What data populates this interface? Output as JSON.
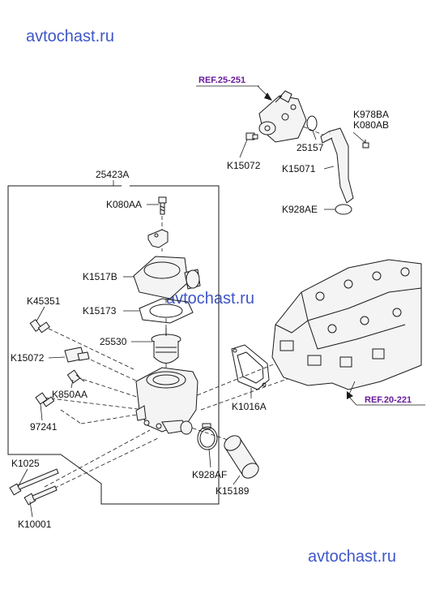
{
  "watermarks": {
    "top": "avtochast.ru",
    "middle": "avtochast.ru",
    "bottom": "avtochast.ru"
  },
  "references": {
    "ref_25_251": "REF.25-251",
    "ref_20_221": "REF.20-221"
  },
  "part_labels": {
    "assembly": "25423A",
    "bolt_top": "K080AA",
    "housing_cover": "K1517B",
    "cover_gasket": "K15173",
    "thermostat": "25530",
    "sensor": "K45351",
    "fitting": "K15072",
    "plug": "K850AA",
    "switch": "97241",
    "gasket_head": "K1016A",
    "clamp": "K928AF",
    "hose_short": "K15189",
    "bolt_long": "K1025",
    "bolt_short": "K10001",
    "pump_clip_bolt_1": "K978BA",
    "pump_clip_bolt_2": "K080AB",
    "oring": "25157",
    "pump_fitting": "K15072",
    "pipe": "K15071",
    "pipe_clamp": "K928AE"
  },
  "colors": {
    "watermark": "#3f56c8",
    "ref_text": "#6a1b9a",
    "line": "#1a1a1a",
    "label": "#111111"
  }
}
